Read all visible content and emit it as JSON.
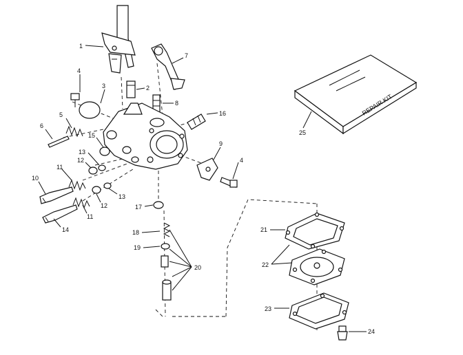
{
  "callouts": [
    "1",
    "2",
    "3",
    "4",
    "5",
    "6",
    "7",
    "8",
    "9",
    "10",
    "11",
    "12",
    "13",
    "14",
    "15",
    "16",
    "17",
    "18",
    "19",
    "20",
    "21",
    "22",
    "23",
    "24",
    "25"
  ],
  "repair_kit_text": "REPAIR KIT"
}
